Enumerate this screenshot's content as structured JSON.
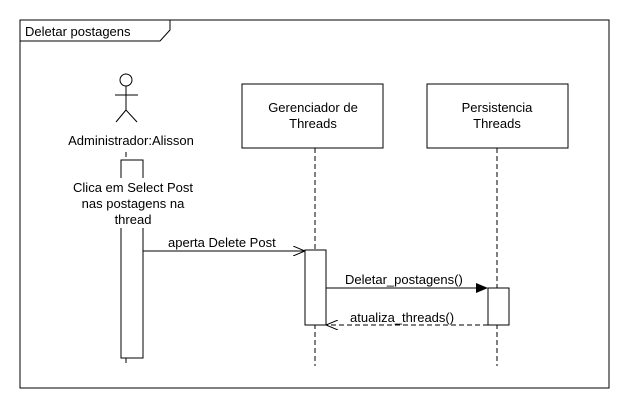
{
  "frame": {
    "title": "Deletar postagens"
  },
  "actor": {
    "name": "Administrador:Alisson"
  },
  "lifelines": [
    {
      "line1": "Gerenciador de",
      "line2": "Threads"
    },
    {
      "line1": "Persistencia",
      "line2": "Threads"
    }
  ],
  "note": {
    "line1": "Clica em Select Post",
    "line2": "nas postagens na",
    "line3": "thread"
  },
  "messages": [
    {
      "label": "aperta Delete Post",
      "type": "sync"
    },
    {
      "label": "Deletar_postagens()",
      "type": "sync"
    },
    {
      "label": "atualiza_threads()",
      "type": "return"
    }
  ]
}
